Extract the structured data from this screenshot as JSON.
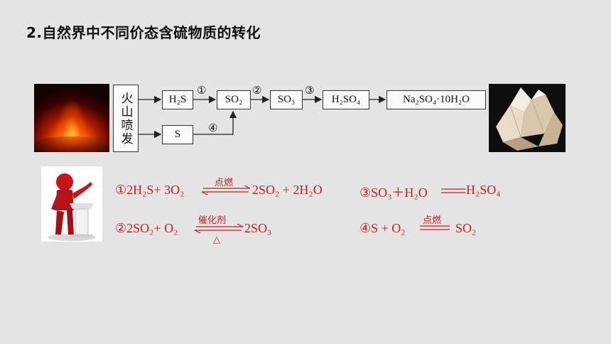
{
  "title": "2.自然界中不同价态含硫物质的转化",
  "flow": {
    "source": "火山喷发",
    "h2s": "H₂S",
    "s": "S",
    "so2": "SO₂",
    "so3": "SO₃",
    "h2so4": "H₂SO₄",
    "na2so4": "Na₂SO₄·10H₂O",
    "step1": "①",
    "step2": "②",
    "step3": "③",
    "step4": "④"
  },
  "equations": {
    "eq1_left": "①2H₂S+ 3O₂",
    "eq1_cond": "点燃",
    "eq1_right": "2SO₂ + 2H₂O",
    "eq2_left": "②2SO₂+ O₂",
    "eq2_cond_top": "催化剂",
    "eq2_cond_bottom": "△",
    "eq2_right": "2SO₃",
    "eq3_left": "③SO₃＋H₂O",
    "eq3_right": "H₂SO₄",
    "eq4_left": "④S + O₂",
    "eq4_cond": "点燃",
    "eq4_right": "SO₂"
  },
  "colors": {
    "equation": "#c41e1e",
    "background": "#e4e4e4"
  }
}
